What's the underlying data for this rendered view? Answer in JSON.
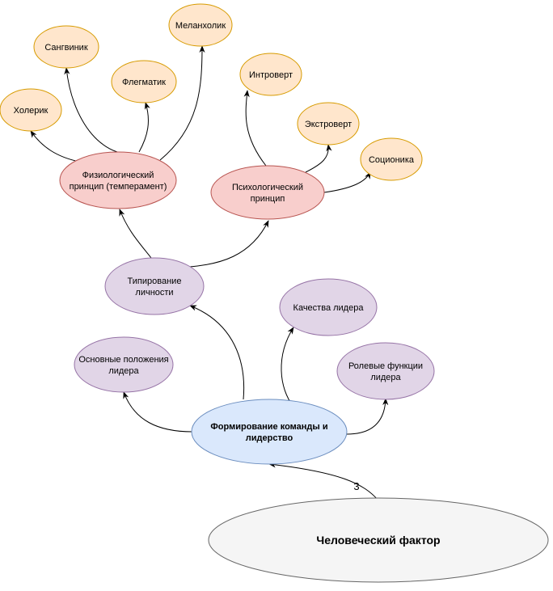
{
  "nodes": {
    "human_factor": {
      "label": "Человеческий фактор",
      "fill": "#f5f5f5",
      "stroke": "#666666",
      "bold": true
    },
    "team": {
      "label": "Формирование команды и лидерство",
      "fill": "#dae8fc",
      "stroke": "#6c8ebf",
      "bold": true
    },
    "leader_basics": {
      "label": "Основные положения лидера",
      "fill": "#e1d5e7",
      "stroke": "#9673a6"
    },
    "typing": {
      "label": "Типирование личности",
      "fill": "#e1d5e7",
      "stroke": "#9673a6"
    },
    "leader_qualities": {
      "label": "Качества лидера",
      "fill": "#e1d5e7",
      "stroke": "#9673a6"
    },
    "leader_roles": {
      "label": "Ролевые функции лидера",
      "fill": "#e1d5e7",
      "stroke": "#9673a6"
    },
    "physio": {
      "label": "Физиологический принцип (темперамент)",
      "fill": "#f8cecc",
      "stroke": "#b85450"
    },
    "psycho": {
      "label": "Психологический принцип",
      "fill": "#f8cecc",
      "stroke": "#b85450"
    },
    "choleric": {
      "label": "Холерик",
      "fill": "#ffe6cc",
      "stroke": "#d79b00"
    },
    "sanguine": {
      "label": "Сангвиник",
      "fill": "#ffe6cc",
      "stroke": "#d79b00"
    },
    "phlegmatic": {
      "label": "Флегматик",
      "fill": "#ffe6cc",
      "stroke": "#d79b00"
    },
    "melancholic": {
      "label": "Меланхолик",
      "fill": "#ffe6cc",
      "stroke": "#d79b00"
    },
    "introvert": {
      "label": "Интроверт",
      "fill": "#ffe6cc",
      "stroke": "#d79b00"
    },
    "extrovert": {
      "label": "Экстроверт",
      "fill": "#ffe6cc",
      "stroke": "#d79b00"
    },
    "socionics": {
      "label": "Соционика",
      "fill": "#ffe6cc",
      "stroke": "#d79b00"
    }
  },
  "edges": [
    {
      "from": "human_factor",
      "to": "team",
      "label": "3"
    },
    {
      "from": "team",
      "to": "leader_basics"
    },
    {
      "from": "team",
      "to": "typing"
    },
    {
      "from": "team",
      "to": "leader_qualities"
    },
    {
      "from": "team",
      "to": "leader_roles"
    },
    {
      "from": "typing",
      "to": "physio"
    },
    {
      "from": "typing",
      "to": "psycho"
    },
    {
      "from": "physio",
      "to": "choleric"
    },
    {
      "from": "physio",
      "to": "sanguine"
    },
    {
      "from": "physio",
      "to": "phlegmatic"
    },
    {
      "from": "physio",
      "to": "melancholic"
    },
    {
      "from": "psycho",
      "to": "introvert"
    },
    {
      "from": "psycho",
      "to": "extrovert"
    },
    {
      "from": "psycho",
      "to": "socionics"
    }
  ],
  "colors": {
    "edge": "#000000"
  }
}
